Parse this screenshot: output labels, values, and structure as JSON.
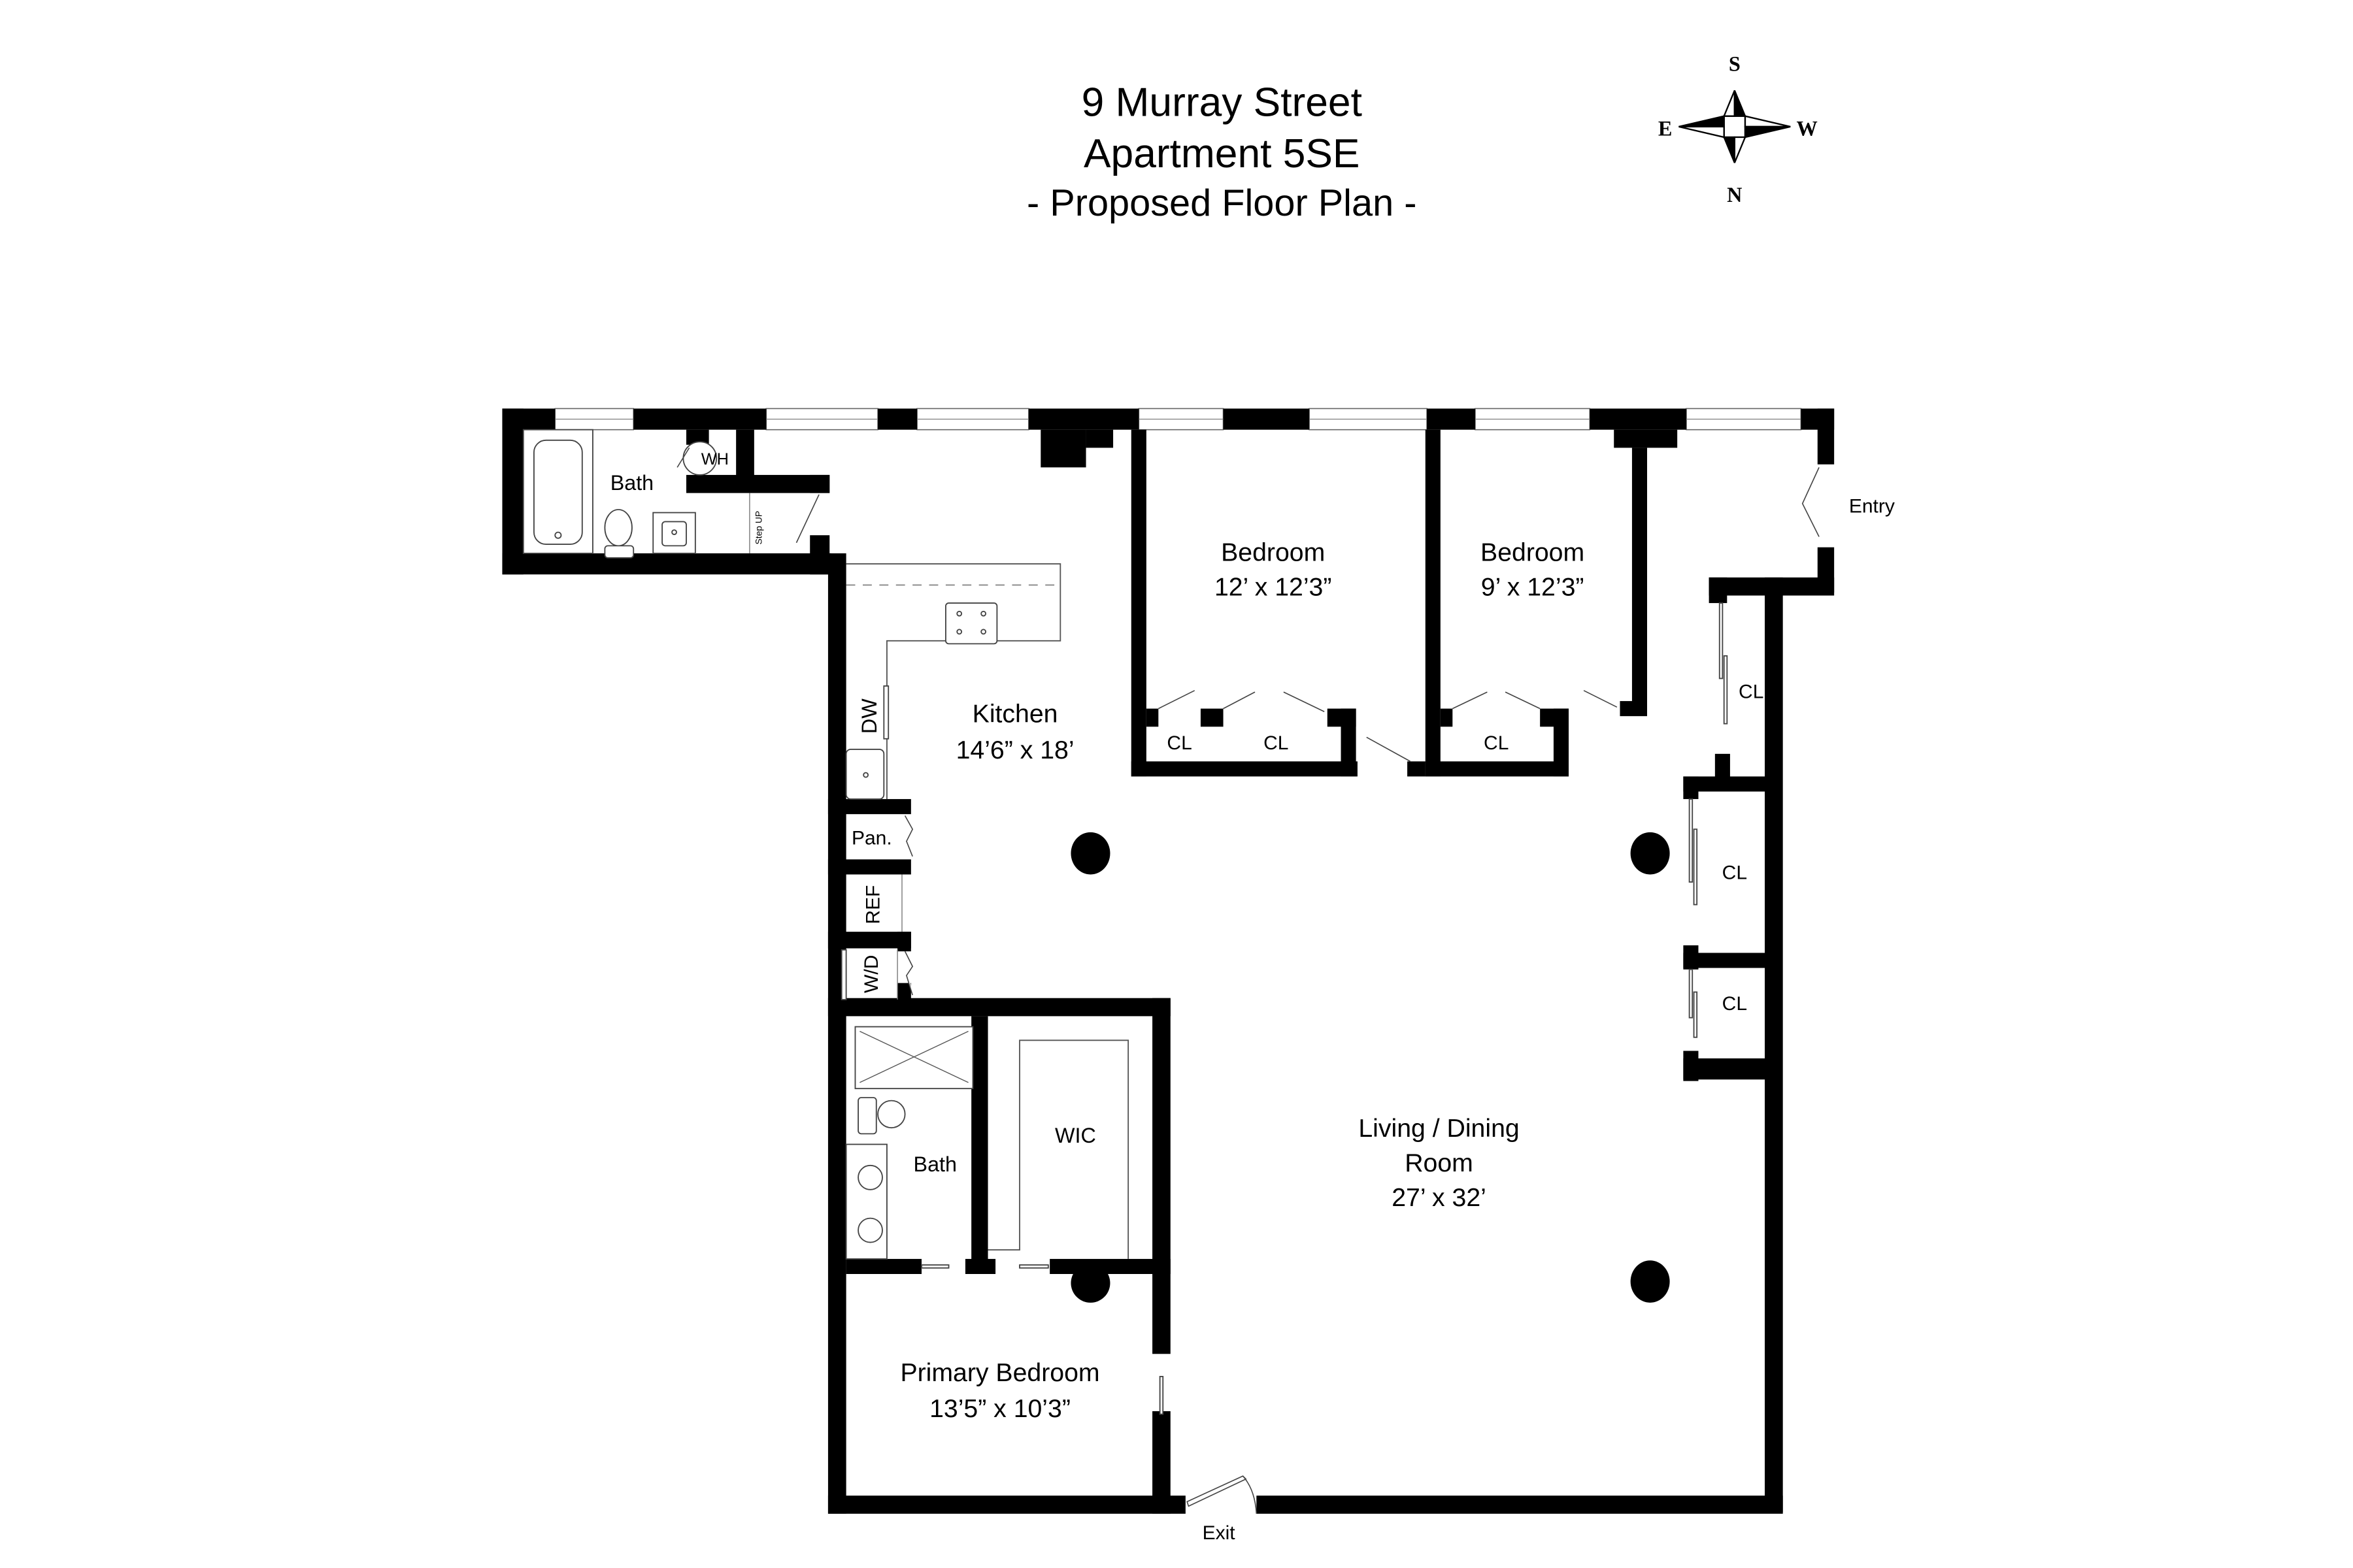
{
  "header": {
    "line1": "9 Murray Street",
    "line2": "Apartment 5SE",
    "line3": "- Proposed Floor Plan -"
  },
  "compass": {
    "top": "S",
    "bottom": "N",
    "left": "E",
    "right": "W"
  },
  "rooms": {
    "bath_top": {
      "name": "Bath"
    },
    "water_heater": {
      "name": "WH"
    },
    "step_up": {
      "name": "Step UP"
    },
    "kitchen": {
      "name": "Kitchen",
      "dims": "14’6” x 18’"
    },
    "dishwasher": {
      "name": "DW"
    },
    "pantry": {
      "name": "Pan."
    },
    "refrigerator": {
      "name": "REF"
    },
    "washer_dryer": {
      "name": "W/D"
    },
    "bedroom_1": {
      "name": "Bedroom",
      "dims": "12’ x 12’3”"
    },
    "bedroom_2": {
      "name": "Bedroom",
      "dims": "9’ x 12’3”"
    },
    "closet_b1_left": {
      "name": "CL"
    },
    "closet_b1_right": {
      "name": "CL"
    },
    "closet_b2": {
      "name": "CL"
    },
    "closet_entry": {
      "name": "CL"
    },
    "closet_living_1": {
      "name": "CL"
    },
    "closet_living_2": {
      "name": "CL"
    },
    "entry": {
      "name": "Entry"
    },
    "bath_primary": {
      "name": "Bath"
    },
    "wic": {
      "name": "WIC"
    },
    "living_dining": {
      "name_line1": "Living / Dining",
      "name_line2": "Room",
      "dims": "27’ x 32’"
    },
    "primary_bedroom": {
      "name": "Primary Bedroom",
      "dims": "13’5” x 10’3”"
    },
    "exit": {
      "name": "Exit"
    }
  },
  "colors": {
    "wall": "#000000",
    "background": "#ffffff",
    "fixture_line": "#444444"
  }
}
